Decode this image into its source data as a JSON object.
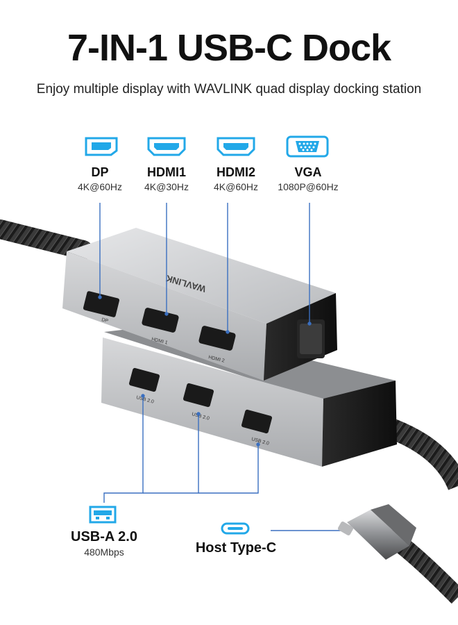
{
  "header": {
    "title": "7-IN-1 USB-C Dock",
    "subtitle": "Enjoy multiple display with WAVLINK quad display docking station"
  },
  "ports_top": [
    {
      "name": "DP",
      "spec": "4K@60Hz",
      "icon": "displayport-icon"
    },
    {
      "name": "HDMI1",
      "spec": "4K@30Hz",
      "icon": "hdmi-icon"
    },
    {
      "name": "HDMI2",
      "spec": "4K@60Hz",
      "icon": "hdmi-icon"
    },
    {
      "name": "VGA",
      "spec": "1080P@60Hz",
      "icon": "vga-icon"
    }
  ],
  "ports_bottom": {
    "usb": {
      "name": "USB-A 2.0",
      "spec": "480Mbps",
      "icon": "usb-a-icon"
    },
    "host": {
      "name": "Host Type-C",
      "icon": "usb-c-icon"
    }
  },
  "device_labels": {
    "brand": "WAVLINK",
    "dp": "DP",
    "hdmi1": "HDMI 1",
    "hdmi2": "HDMI 2",
    "usb_port": "USB 2.0"
  },
  "colors": {
    "accent": "#2f8fd8",
    "icon_stroke": "#22a8e8",
    "line": "#3a6fc0",
    "body_silver": "#c9cacc",
    "port_black": "#1a1a1a"
  }
}
